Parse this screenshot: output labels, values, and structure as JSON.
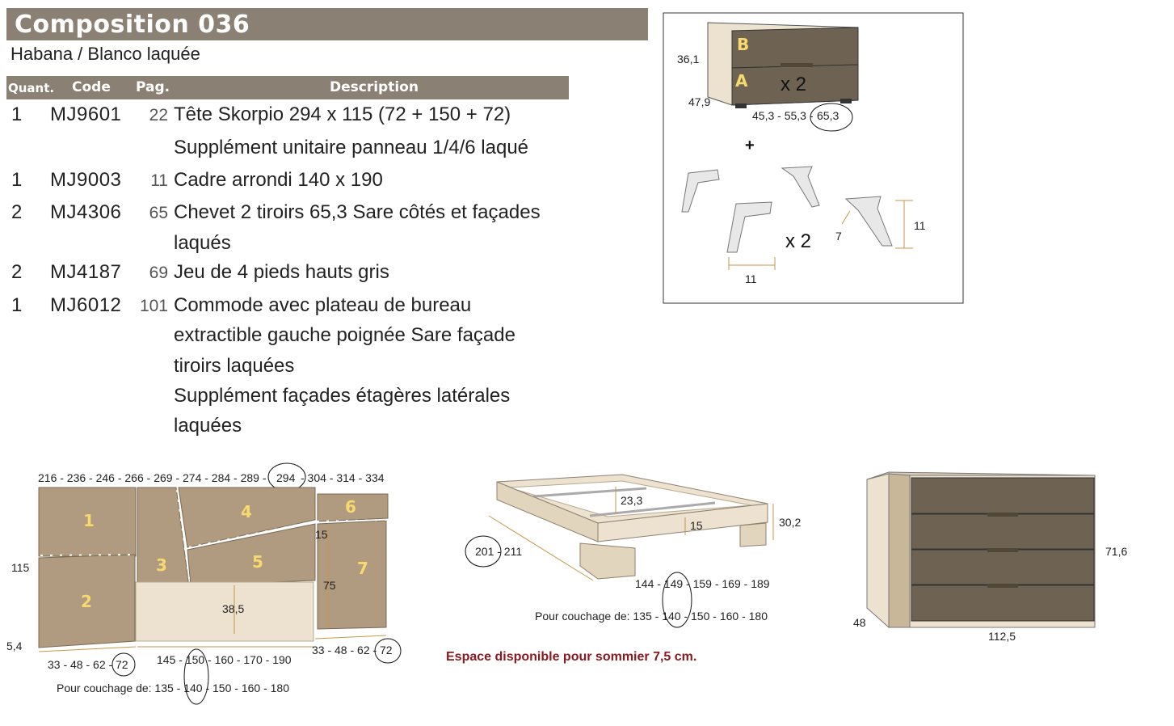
{
  "header": {
    "title": "Composition 036",
    "subtitle": "Habana / Blanco laquée"
  },
  "table": {
    "columns": [
      "Quant.",
      "Code",
      "Pag.",
      "Description"
    ],
    "rows": [
      {
        "qty": "1",
        "code": "MJ9601",
        "page": "22",
        "desc": [
          "Tête Skorpio 294 x 115 (72 + 150 + 72)",
          "Supplément unitaire panneau 1/4/6 laqué"
        ]
      },
      {
        "qty": "1",
        "code": "MJ9003",
        "page": "11",
        "desc": [
          "Cadre arrondi 140 x 190"
        ]
      },
      {
        "qty": "2",
        "code": "MJ4306",
        "page": "65",
        "desc": [
          "Chevet 2 tiroirs 65,3 Sare côtés et façades",
          "laqués"
        ]
      },
      {
        "qty": "2",
        "code": "MJ4187",
        "page": "69",
        "desc": [
          "Jeu de 4 pieds hauts gris"
        ]
      },
      {
        "qty": "1",
        "code": "MJ6012",
        "page": "101",
        "desc": [
          "Commode avec plateau de bureau",
          "extractible gauche poignée Sare façade",
          "tiroirs laquées",
          "Supplément façades étagères latérales",
          "laquées"
        ]
      }
    ]
  },
  "nightstand": {
    "label_b": "B",
    "label_a": "A",
    "qty": "x 2",
    "height": "36,1",
    "depth": "47,9",
    "widths": "45,3 - 55,3 -",
    "width_selected": "65,3",
    "plus": "+",
    "legs_qty": "x 2",
    "leg_width": "11",
    "leg_height": "11",
    "leg_angle": "7"
  },
  "headboard": {
    "widths": "216 - 236 - 246 - 266 - 269 - 274 - 284 - 289 -",
    "width_selected": "294",
    "widths_end": "- 304 - 314 - 334",
    "height": "115",
    "foot": "5,4",
    "panels": [
      "1",
      "2",
      "3",
      "4",
      "5",
      "6",
      "7"
    ],
    "dim_15": "15",
    "dim_75": "75",
    "dim_38": "38,5",
    "side_left": "33 - 48 - 62 -",
    "side_left_sel": "72",
    "side_right": "33 - 48 - 62 -",
    "side_right_sel": "72",
    "center_widths": "145 - 150 - 160 - 170 - 190",
    "couchage": "Pour couchage de: 135 - 140 - 150 - 160 - 180"
  },
  "bedframe": {
    "length": "201 - 211",
    "inner_h": "23,3",
    "rail_h": "15",
    "total_h": "30,2",
    "widths": "144 - 149 - 159 - 169 - 189",
    "couchage": "Pour couchage de: 135 - 140 - 150 - 160 - 180",
    "note": "Espace disponible pour sommier 7,5 cm."
  },
  "dresser": {
    "height": "71,6",
    "depth": "48",
    "width": "112,5"
  },
  "colors": {
    "bar": "#8a8073",
    "panel": "#b09a80",
    "wood": "#ede2cf",
    "drawer": "#6e6353",
    "note": "#8a1a20"
  }
}
